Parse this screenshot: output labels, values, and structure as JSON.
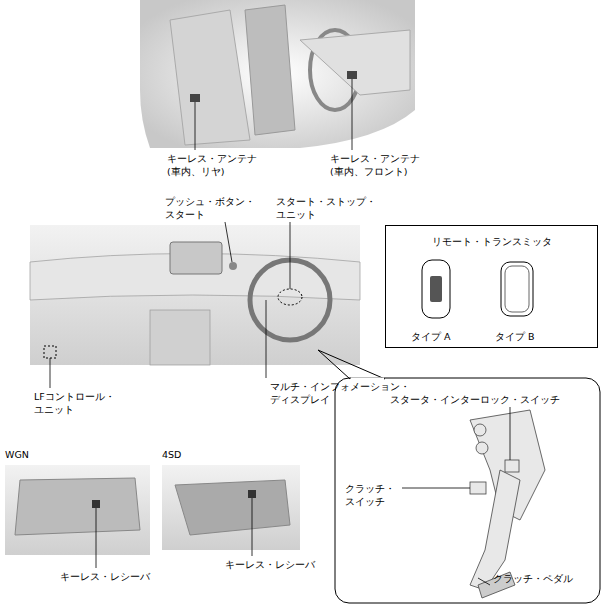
{
  "diagram": {
    "nodes": [
      {
        "text": [
          "リモート・トランスミッタ"
        ]
      }
    ],
    "labels": [
      "キーレス・アンテナ (車内、リヤ)",
      "キーレス・アンテナ (車内、フロント)",
      "プッシュ・ボタン・ スタート",
      "スタート・ストップ・ ユニット",
      "タイプ A",
      "タイプ B",
      "LFコントロール・ ユニット",
      "マルチ・インフォメーション・ ディスプレイ",
      "スタータ・インターロック・スイッチ",
      "クラッチ・スイッチ",
      "クラッチ・ペダル",
      "WGN",
      "4SD",
      "キーレス・レシーバ",
      "キーレス・レシーバ"
    ]
  }
}
